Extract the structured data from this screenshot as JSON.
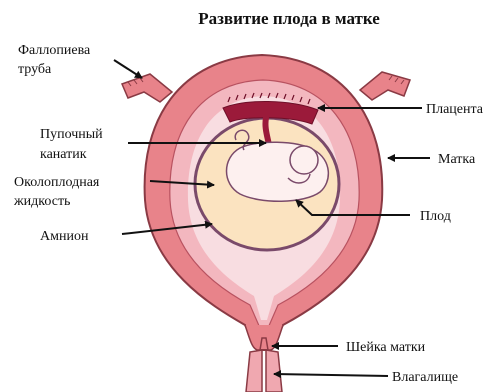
{
  "title": "Развитие плода в матке",
  "labels": {
    "fallopian_line1": "Фаллопиева",
    "fallopian_line2": "труба",
    "placenta": "Плацента",
    "umbilical_line1": "Пупочный",
    "umbilical_line2": "канатик",
    "uterus": "Матка",
    "amniotic_line1": "Околоплодная",
    "amniotic_line2": "жидкость",
    "fetus": "Плод",
    "amnion": "Амнион",
    "cervix": "Шейка матки",
    "vagina": "Влагалище"
  },
  "colors": {
    "uterus_wall": "#e8838a",
    "uterus_outline": "#8a3a44",
    "uterus_inner": "#f3b7bf",
    "cavity": "#f8dde1",
    "amniotic_fluid": "#fbe3c0",
    "fetus": "#fdf0ef",
    "placenta": "#9b1a3a",
    "text": "#111111"
  }
}
